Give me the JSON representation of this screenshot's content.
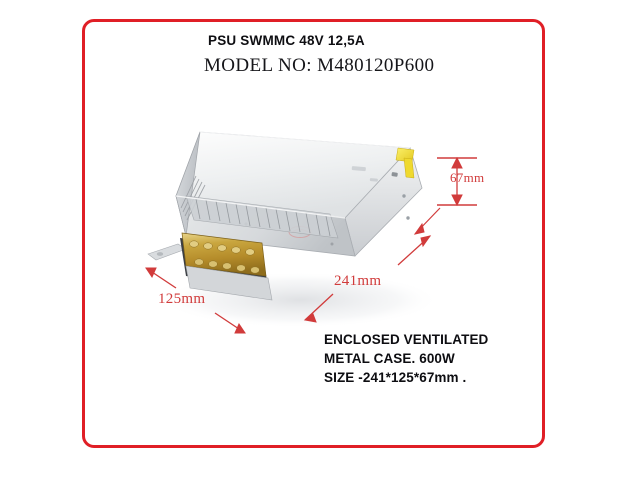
{
  "frame": {
    "border_color": "#e01f26"
  },
  "header": {
    "line1": "PSU SWMMC 48V 12,5A",
    "line2": "MODEL NO:   M480120P600"
  },
  "product": {
    "name": "switching-power-supply",
    "case_color": "#e9eaec",
    "terminal_color": "#c9a227",
    "sticker_color": "#f2e03a",
    "labels": {
      "dim_width": "125mm",
      "dim_length": "241mm",
      "dim_height": "67mm"
    }
  },
  "specs": {
    "line1": "ENCLOSED VENTILATED",
    "line2": "METAL CASE.    600W",
    "line3": "SIZE -241*125*67mm ."
  },
  "dimension_annotation_color": "#d13b3b"
}
